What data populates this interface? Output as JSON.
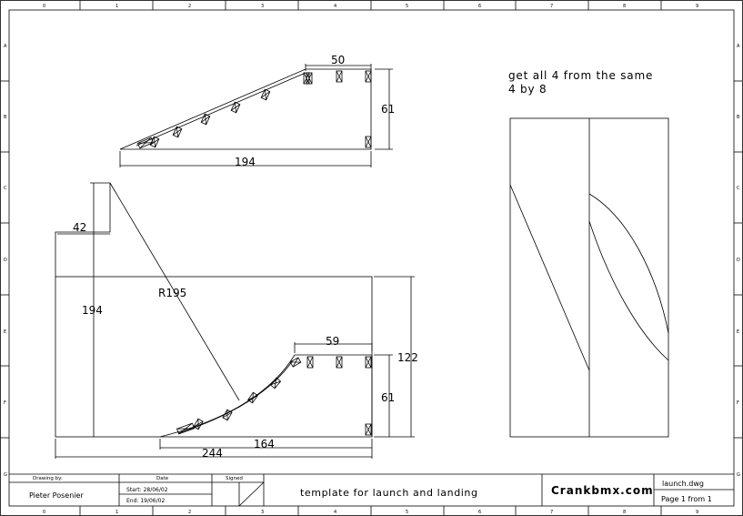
{
  "border": {
    "col_labels": [
      "0",
      "1",
      "2",
      "3",
      "4",
      "5",
      "6",
      "7",
      "8",
      "9"
    ],
    "row_labels": [
      "A",
      "B",
      "C",
      "D",
      "E",
      "F",
      "G"
    ]
  },
  "top_view": {
    "dim_width_top": "50",
    "dim_height": "61",
    "dim_base": "194"
  },
  "side_view": {
    "dim_offset": "42",
    "dim_height": "194",
    "dim_radius": "R195",
    "dim_top_width": "59",
    "dim_total_height": "122",
    "dim_lower_height": "61",
    "dim_inner_length": "164",
    "dim_total_length": "244"
  },
  "note": {
    "line1": "get all 4 from the same",
    "line2": "4 by 8"
  },
  "title_block": {
    "drawn_by_label": "Drawing by:",
    "drawn_by_value": "Pieter Posenier",
    "date_label": "Date",
    "start_date": "Start: 28/06/02",
    "end_date": "End: 19/06/02",
    "signed_label": "Signed",
    "title": "template for launch and landing",
    "brand": "Crankbmx.com",
    "filename": "launch.dwg",
    "page": "Page 1 from 1"
  }
}
